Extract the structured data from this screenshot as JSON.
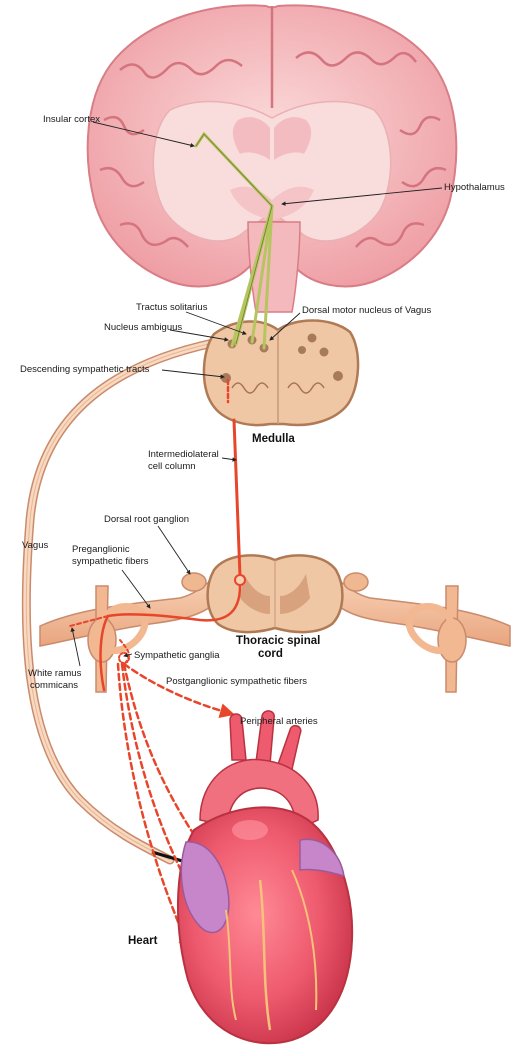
{
  "labels": {
    "insular_cortex": "Insular cortex",
    "hypothalamus": "Hypothalamus",
    "tractus_solitarius": "Tractus solitarius",
    "dorsal_motor_nucleus": "Dorsal motor nucleus of Vagus",
    "nucleus_ambiguus": "Nucleus ambiguus",
    "descending_sympathetic": "Descending sympathetic tracts",
    "medulla": "Medulla",
    "intermediolateral_1": "Intermediolateral",
    "intermediolateral_2": "cell column",
    "dorsal_root_ganglion": "Dorsal root ganglion",
    "vagus": "Vagus",
    "preganglionic_1": "Preganglionic",
    "preganglionic_2": "sympathetic fibers",
    "thoracic_1": "Thoracic spinal",
    "thoracic_2": "cord",
    "sympathetic_ganglia": "Sympathetic ganglia",
    "white_ramus_1": "White ramus",
    "white_ramus_2": "commicans",
    "postganglionic": "Postganglionic sympathetic fibers",
    "peripheral_arteries": "Peripheral arteries",
    "heart": "Heart"
  },
  "colors": {
    "brain_outer": "#f0a9ad",
    "brain_inner": "#f7cfd0",
    "medulla": "#f1c9a9",
    "spinal_nerve": "#f2b892",
    "sympathetic_fiber": "#e8462b",
    "cortical_fiber": "#b9c96a",
    "vagus": "#f4c7a6",
    "heart": "#ee5a6e"
  }
}
